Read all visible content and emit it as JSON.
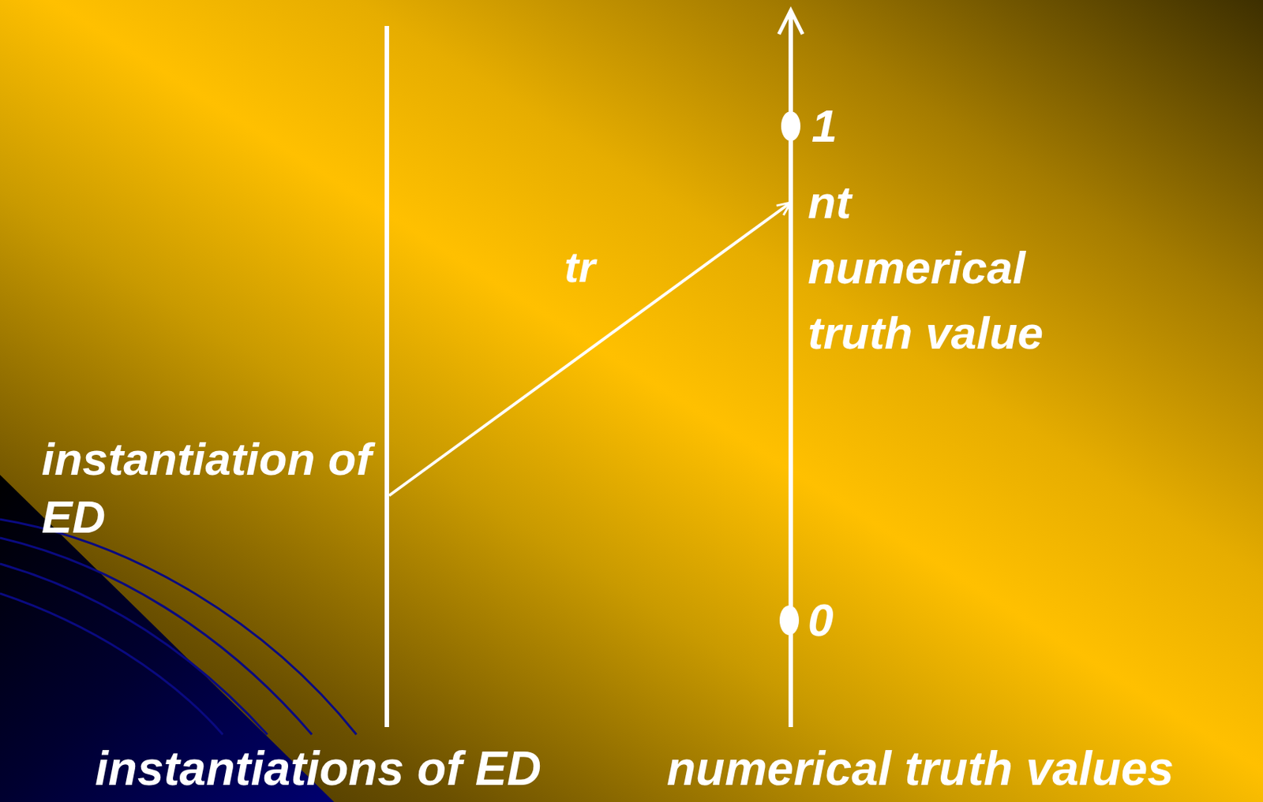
{
  "diagram": {
    "nodes": [
      {
        "text": [
          "instantiation of ED"
        ]
      },
      {
        "text": [
          "nt",
          "numerical truth value"
        ]
      }
    ],
    "edges": [
      {
        "from": 0,
        "to": 1,
        "label": "tr",
        "arrow": "to"
      }
    ],
    "labels": [
      "1",
      "0",
      "instantiations of ED",
      "numerical truth values"
    ]
  }
}
